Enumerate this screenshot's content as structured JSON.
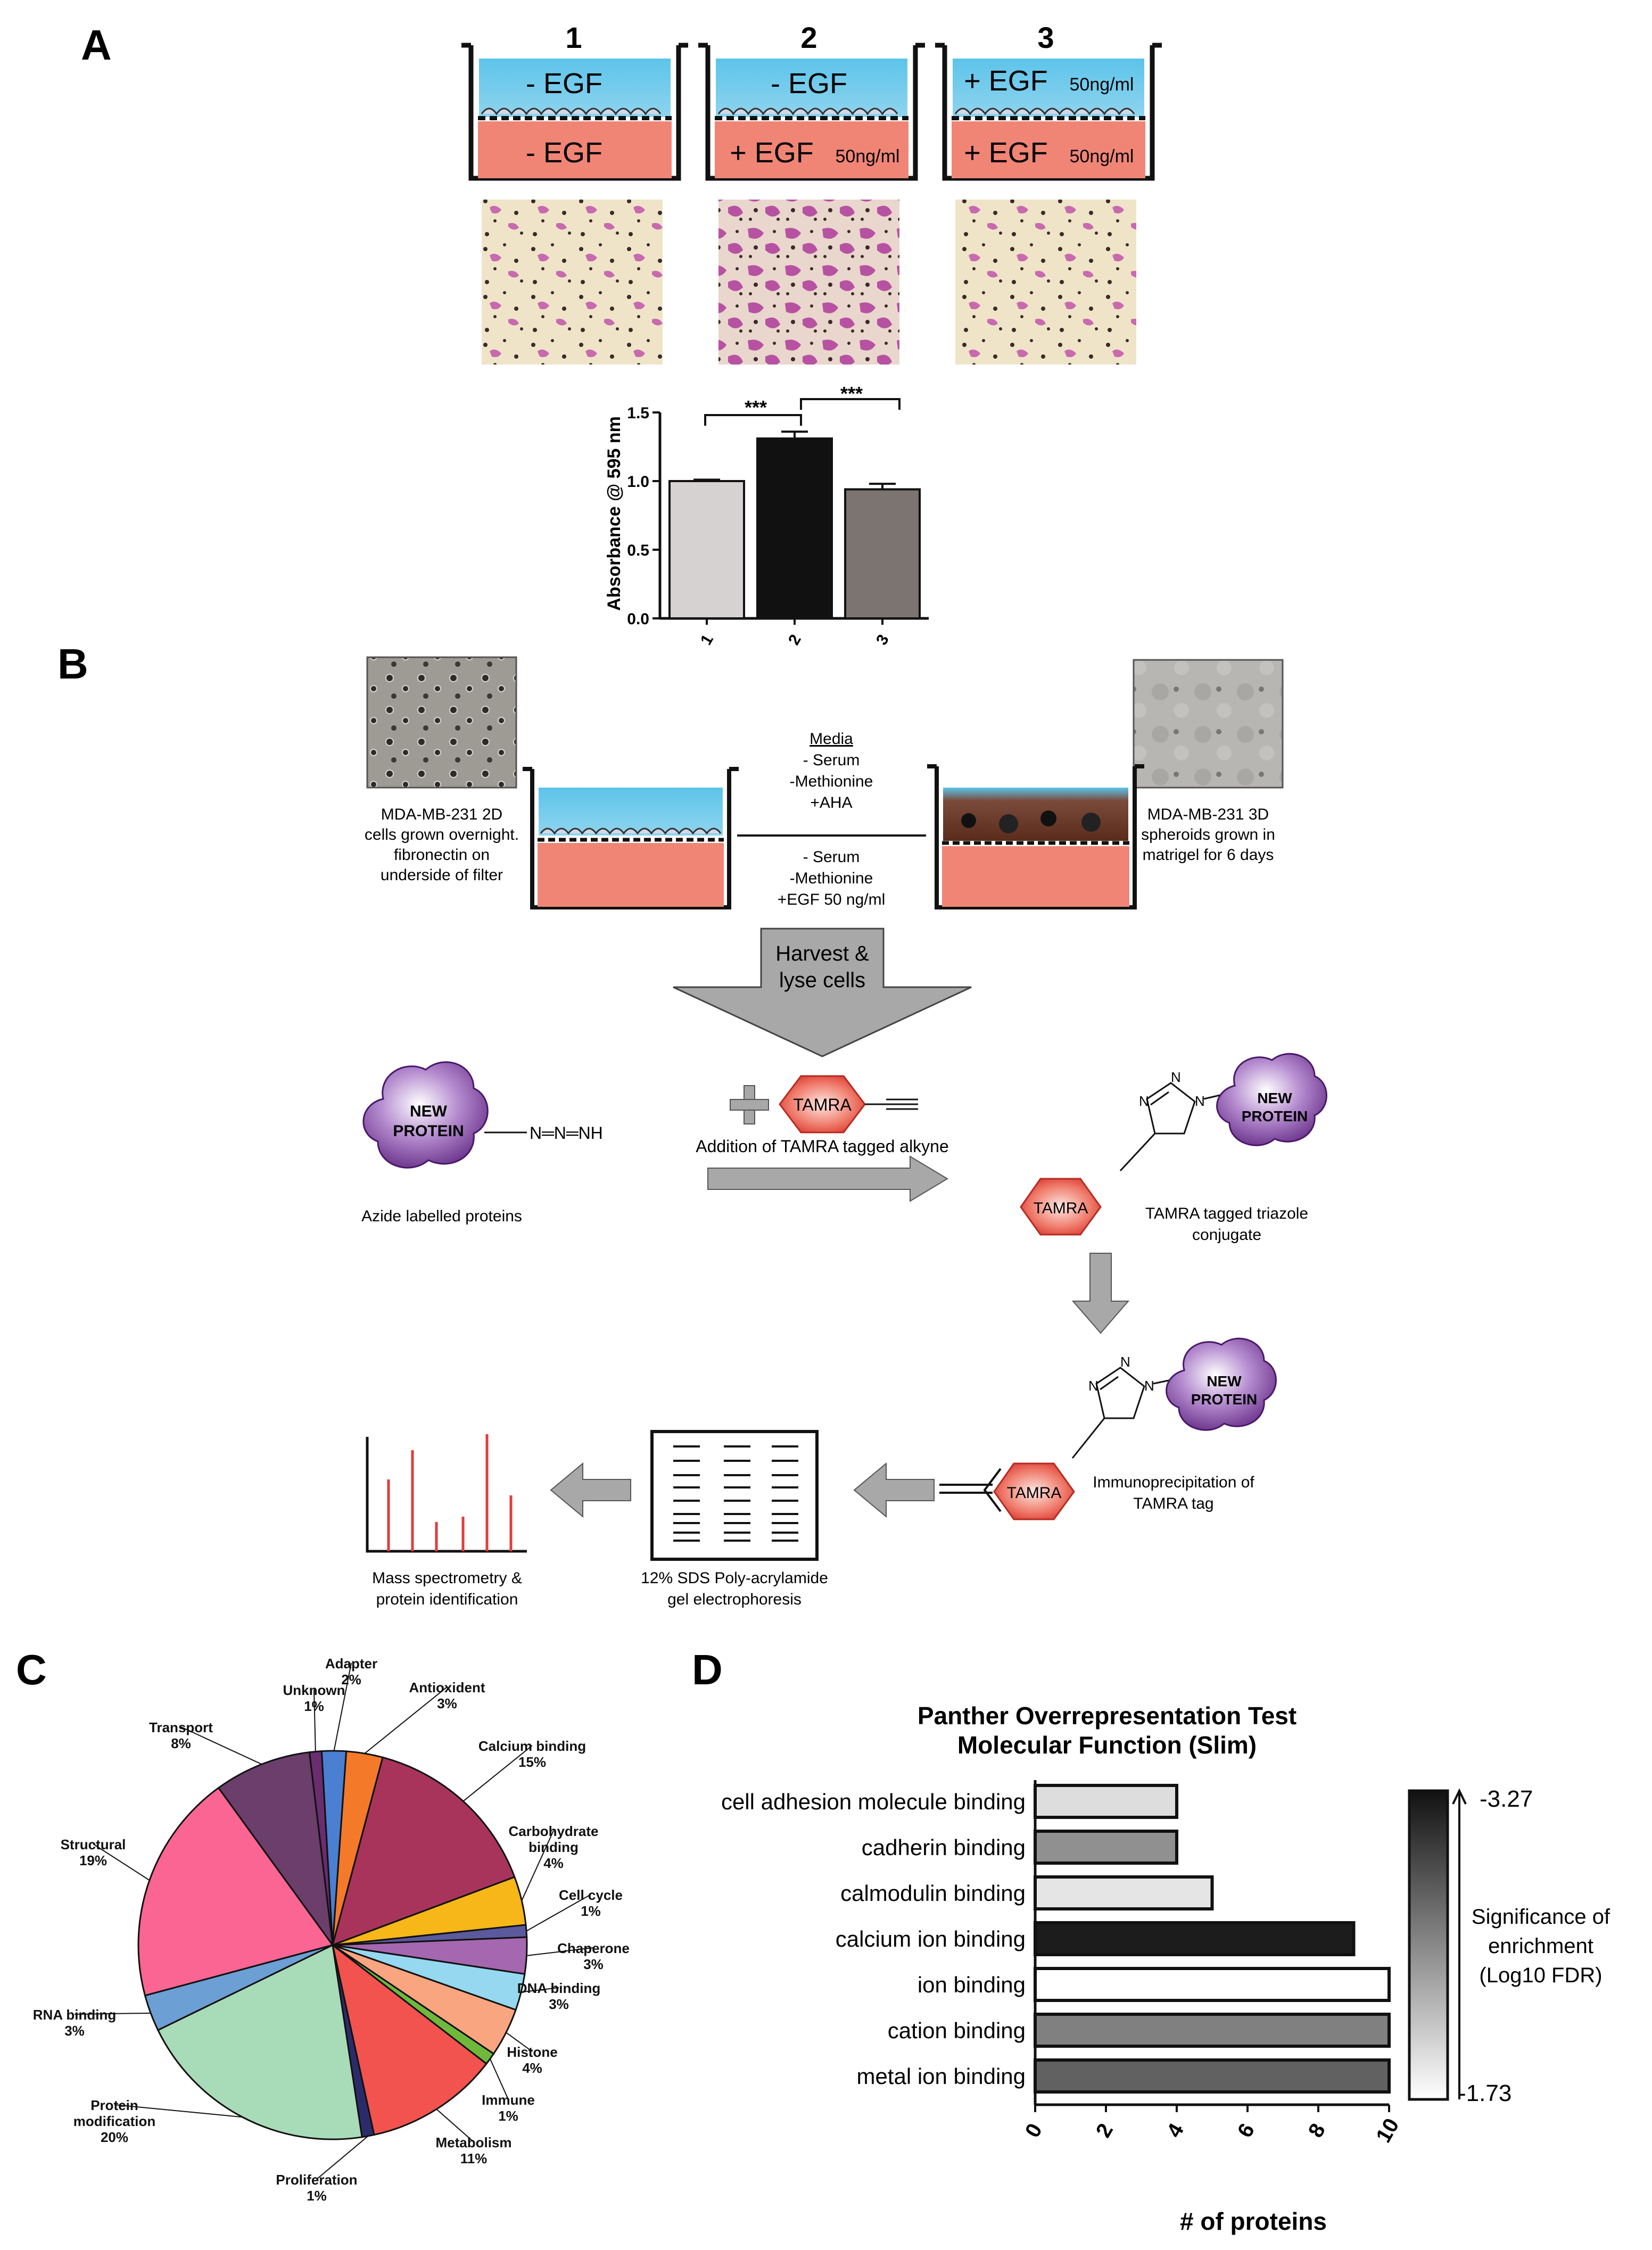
{
  "panel_labels": [
    "A",
    "B",
    "C",
    "D"
  ],
  "colors": {
    "media_blue": "#5cc4ea",
    "media_salmon": "#f08575",
    "stain_pink": "#c86ab0",
    "stain_bg": "#efe4c8",
    "tamra_red": "#e34b3f",
    "protein_purple": "#6b2f8c",
    "arrow_grey": "#a8a8a8",
    "ms_red": "#e33b3b",
    "bar_1": "#d6d2d2",
    "bar_2": "#111111",
    "bar_3": "#7c7470"
  },
  "panel_a": {
    "conditions": [
      {
        "number": "1",
        "top": "- EGF",
        "bottom": "- EGF",
        "top_conc": "",
        "bottom_conc": ""
      },
      {
        "number": "2",
        "top": "- EGF",
        "bottom": "+ EGF",
        "top_conc": "",
        "bottom_conc": "50ng/ml"
      },
      {
        "number": "3",
        "top": "+ EGF",
        "bottom": "+ EGF",
        "top_conc": "50ng/ml",
        "bottom_conc": "50ng/ml"
      }
    ],
    "significance": [
      "***",
      "***"
    ]
  },
  "panel_b": {
    "left_caption": [
      "MDA-MB-231 2D",
      "cells grown overnight.",
      "fibronectin on",
      "underside of filter"
    ],
    "right_caption": [
      "MDA-MB-231 3D",
      "spheroids grown in",
      "matrigel for 6 days"
    ],
    "media_title": "Media",
    "media_top": [
      "- Serum",
      "-Methionine",
      "+AHA"
    ],
    "media_bottom": [
      "- Serum",
      "-Methionine",
      "+EGF 50 ng/ml"
    ],
    "harvest": [
      "Harvest &",
      "lyse cells"
    ],
    "new_protein": [
      "NEW",
      "PROTEIN"
    ],
    "azide": "N═N═NH",
    "azide_caption": "Azide labelled proteins",
    "tamra": "TAMRA",
    "addition_caption": "Addition of TAMRA tagged alkyne",
    "triazole_caption": [
      "TAMRA tagged triazole",
      "conjugate"
    ],
    "ip_caption": [
      "Immunoprecipitation of",
      "TAMRA tag"
    ],
    "gel_caption": [
      "12% SDS Poly-acrylamide",
      "gel electrophoresis"
    ],
    "ms_caption": [
      "Mass spectrometry &",
      "protein identification"
    ],
    "triazole_n": [
      "N",
      "N",
      "N"
    ]
  },
  "panel_c": {
    "slices": [
      {
        "name": "Unknown",
        "pct": "1%",
        "value": 1,
        "color": "#6a2d6e"
      },
      {
        "name": "Adapter",
        "pct": "2%",
        "value": 2,
        "color": "#4a7fd2"
      },
      {
        "name": "Antioxident",
        "pct": "3%",
        "value": 3,
        "color": "#f47a2a"
      },
      {
        "name": "Calcium binding",
        "pct": "15%",
        "value": 15,
        "color": "#a8345c"
      },
      {
        "name": "Carbohydrate binding",
        "pct": "4%",
        "value": 4,
        "color": "#f7b718"
      },
      {
        "name": "Cell cycle",
        "pct": "1%",
        "value": 1,
        "color": "#5b5a9c"
      },
      {
        "name": "Chaperone",
        "pct": "3%",
        "value": 3,
        "color": "#a567b0"
      },
      {
        "name": "DNA binding",
        "pct": "3%",
        "value": 3,
        "color": "#95d8ef"
      },
      {
        "name": "Histone",
        "pct": "4%",
        "value": 4,
        "color": "#f8a580"
      },
      {
        "name": "Immune",
        "pct": "1%",
        "value": 1,
        "color": "#6fb83c"
      },
      {
        "name": "Metabolism",
        "pct": "11%",
        "value": 11,
        "color": "#f2534e"
      },
      {
        "name": "Proliferation",
        "pct": "1%",
        "value": 1,
        "color": "#2c2b6a"
      },
      {
        "name": "Protein modification",
        "pct": "20%",
        "value": 20,
        "color": "#a8dcb8"
      },
      {
        "name": "RNA binding",
        "pct": "3%",
        "value": 3,
        "color": "#6c9fd4"
      },
      {
        "name": "Structural",
        "pct": "19%",
        "value": 19,
        "color": "#fb6593"
      },
      {
        "name": "Transport",
        "pct": "8%",
        "value": 8,
        "color": "#6b3e6b"
      }
    ]
  },
  "chart_data": [
    {
      "type": "bar",
      "panel": "A",
      "ylabel": "Absorbance @ 595 nm",
      "categories": [
        "1",
        "2",
        "3"
      ],
      "values": [
        1.0,
        1.31,
        0.94
      ],
      "errors": [
        0.01,
        0.05,
        0.04
      ],
      "ylim": [
        0.0,
        1.5
      ],
      "yticks": [
        "0.0",
        "0.5",
        "1.0",
        "1.5"
      ]
    },
    {
      "type": "pie",
      "panel": "C",
      "categories": [
        "Unknown",
        "Adapter",
        "Antioxident",
        "Calcium binding",
        "Carbohydrate binding",
        "Cell cycle",
        "Chaperone",
        "DNA binding",
        "Histone",
        "Immune",
        "Metabolism",
        "Proliferation",
        "Protein modification",
        "RNA binding",
        "Structural",
        "Transport"
      ],
      "values": [
        1,
        2,
        3,
        15,
        4,
        1,
        3,
        3,
        4,
        1,
        11,
        1,
        20,
        3,
        19,
        8
      ]
    },
    {
      "type": "bar",
      "panel": "D",
      "orientation": "horizontal",
      "title": [
        "Panther Overrepresentation Test",
        "Molecular Function (Slim)"
      ],
      "xlabel": "# of proteins",
      "xlim": [
        0,
        10
      ],
      "xticks": [
        "0",
        "2",
        "4",
        "6",
        "8",
        "10"
      ],
      "categories": [
        "cell adhesion molecule binding",
        "cadherin binding",
        "calmodulin binding",
        "calcium ion binding",
        "ion binding",
        "cation binding",
        "metal ion binding"
      ],
      "values": [
        4,
        4,
        5,
        9,
        10,
        10,
        10
      ],
      "fdr": [
        -1.95,
        -2.45,
        -1.9,
        -3.2,
        -1.73,
        -2.55,
        -2.75
      ],
      "colorbar": {
        "label": [
          "Significance of",
          "enrichment",
          "(Log10 FDR)"
        ],
        "max": "-3.27",
        "min": "-1.73"
      }
    }
  ]
}
